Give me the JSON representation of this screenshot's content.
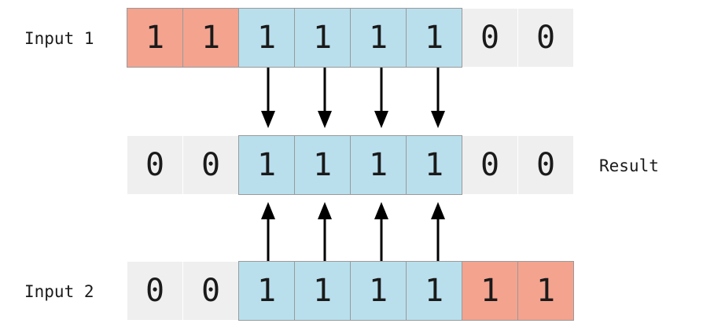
{
  "labels": {
    "input1": "Input 1",
    "input2": "Input 2",
    "result": "Result"
  },
  "colors": {
    "highlight_blue": "#b9dfed",
    "highlight_pink": "#f4a38f",
    "inactive_gray": "#efefef",
    "cell_border": "#9a9a9a",
    "text": "#1a1a1a",
    "arrow": "#000000",
    "background": "#ffffff"
  },
  "chart_data": {
    "type": "diagram",
    "title": "",
    "description": "Bitwise AND of two 8-bit rows; matching 1-bits highlighted blue flow into the result row",
    "bit_count": 8,
    "rows": [
      {
        "id": "input1",
        "label": "Input 1",
        "values": [
          "1",
          "1",
          "1",
          "1",
          "1",
          "1",
          "0",
          "0"
        ],
        "cell_styles": [
          "pink",
          "pink",
          "blue",
          "blue",
          "blue",
          "blue",
          "gray",
          "gray"
        ]
      },
      {
        "id": "result",
        "label": "Result",
        "values": [
          "0",
          "0",
          "1",
          "1",
          "1",
          "1",
          "0",
          "0"
        ],
        "cell_styles": [
          "gray",
          "gray",
          "blue",
          "blue",
          "blue",
          "blue",
          "gray",
          "gray"
        ]
      },
      {
        "id": "input2",
        "label": "Input 2",
        "values": [
          "0",
          "0",
          "1",
          "1",
          "1",
          "1",
          "1",
          "1"
        ],
        "cell_styles": [
          "gray",
          "gray",
          "blue",
          "blue",
          "blue",
          "blue",
          "pink",
          "pink"
        ]
      }
    ],
    "arrows": [
      {
        "from_row": "input1",
        "to_row": "result",
        "bit_index": 2,
        "direction": "down"
      },
      {
        "from_row": "input1",
        "to_row": "result",
        "bit_index": 3,
        "direction": "down"
      },
      {
        "from_row": "input1",
        "to_row": "result",
        "bit_index": 4,
        "direction": "down"
      },
      {
        "from_row": "input1",
        "to_row": "result",
        "bit_index": 5,
        "direction": "down"
      },
      {
        "from_row": "input2",
        "to_row": "result",
        "bit_index": 2,
        "direction": "up"
      },
      {
        "from_row": "input2",
        "to_row": "result",
        "bit_index": 3,
        "direction": "up"
      },
      {
        "from_row": "input2",
        "to_row": "result",
        "bit_index": 4,
        "direction": "up"
      },
      {
        "from_row": "input2",
        "to_row": "result",
        "bit_index": 5,
        "direction": "up"
      }
    ]
  }
}
